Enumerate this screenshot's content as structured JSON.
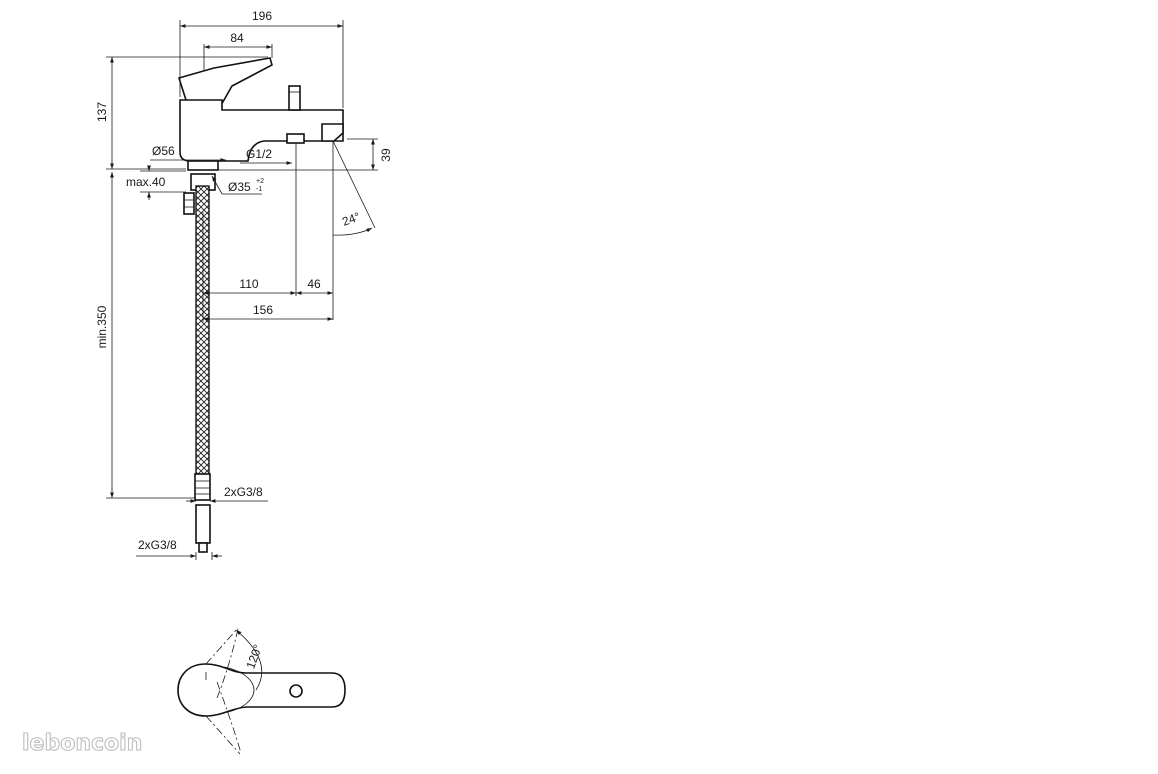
{
  "dimensions": {
    "overall_width": "196",
    "lever_width": "84",
    "body_height": "137",
    "body_diameter": "Ø56",
    "inlet_thread": "G1/2",
    "spout_height": "39",
    "max_deck_thickness": "max.40",
    "hole_diameter": "Ø35",
    "hole_tolerance_upper": "+2",
    "hole_tolerance_lower": "-1",
    "spout_angle": "24°",
    "hose_length": "min.350",
    "reach_to_diverter": "110",
    "diverter_to_spout": "46",
    "total_reach": "156",
    "hose_thread_upper": "2xG3/8",
    "hose_thread_lower": "2xG3/8",
    "lever_rotation": "120°"
  },
  "watermark": "leboncoin"
}
